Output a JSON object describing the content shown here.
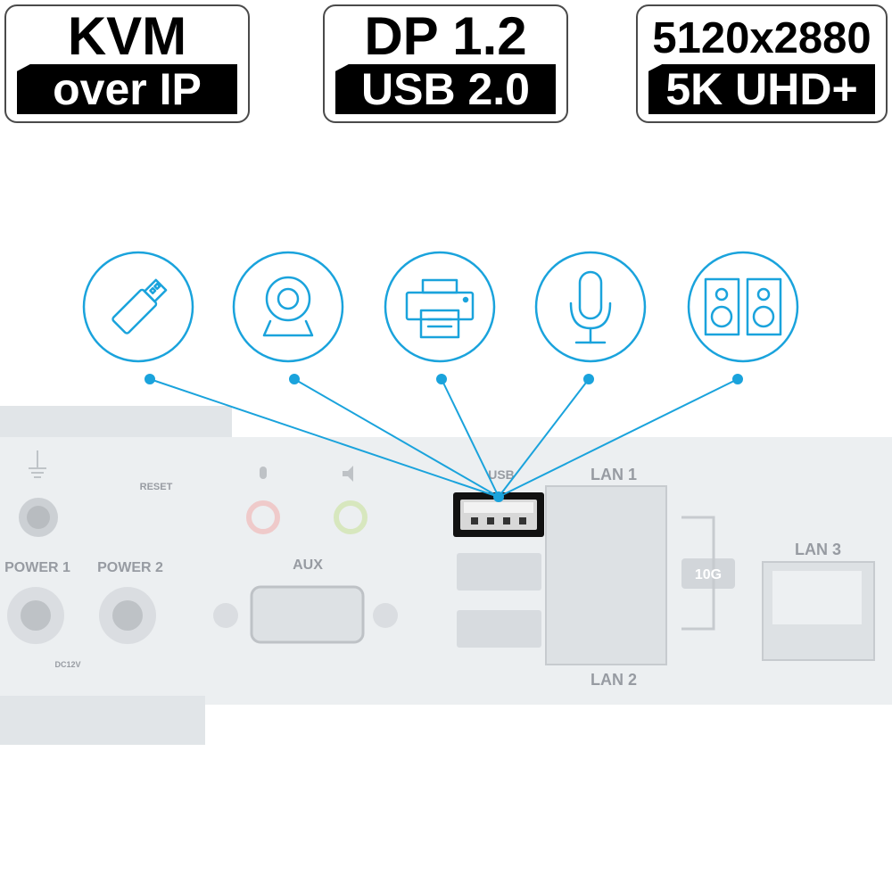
{
  "badges": {
    "kvm": {
      "top": "KVM",
      "bottom": "over IP"
    },
    "dp": {
      "top": "DP 1.2",
      "bottom": "USB 2.0"
    },
    "resolution": {
      "top": "5120x2880",
      "bottom": "5K UHD+"
    }
  },
  "device_icons": [
    "usb-stick-icon",
    "webcam-icon",
    "printer-icon",
    "microphone-icon",
    "speakers-icon"
  ],
  "panel_labels": {
    "reset": "RESET",
    "power1": "POWER 1",
    "power2": "POWER 2",
    "aux": "AUX",
    "usb": "USB",
    "lan1": "LAN 1",
    "lan2": "LAN 2",
    "lan3": "LAN 3",
    "speed": "10G",
    "dc": "DC12V"
  },
  "colors": {
    "accent": "#1aa3dc",
    "badge_bar": "#000000"
  }
}
